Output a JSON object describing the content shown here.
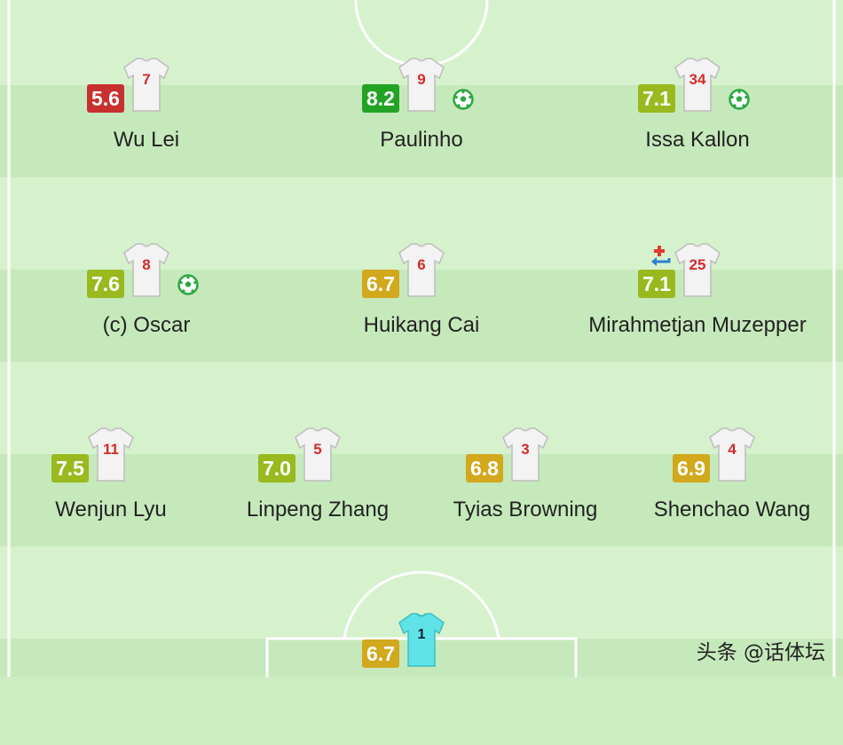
{
  "colors": {
    "rating_red": "#c8302f",
    "rating_green": "#23a324",
    "rating_lime": "#98ba1e",
    "rating_gold": "#d2a81c",
    "shirt_number": "#d42a2a",
    "goal_icon": "#2aa842"
  },
  "players": [
    {
      "number": "7",
      "rating": "5.6",
      "rating_color": "#c8302f",
      "name": "Wu Lei",
      "goal_icon": "none",
      "sub_icon": "none",
      "goalkeeper": "no"
    },
    {
      "number": "9",
      "rating": "8.2",
      "rating_color": "#23a324",
      "name": "Paulinho",
      "goal_icon": "soccer-ball",
      "sub_icon": "none",
      "goalkeeper": "no"
    },
    {
      "number": "34",
      "rating": "7.1",
      "rating_color": "#98ba1e",
      "name": "Issa Kallon",
      "goal_icon": "soccer-ball",
      "sub_icon": "none",
      "goalkeeper": "no"
    },
    {
      "number": "8",
      "rating": "7.6",
      "rating_color": "#98ba1e",
      "name": "(c) Oscar",
      "goal_icon": "soccer-ball",
      "sub_icon": "none",
      "goalkeeper": "no"
    },
    {
      "number": "6",
      "rating": "6.7",
      "rating_color": "#d2a81c",
      "name": "Huikang Cai",
      "goal_icon": "none",
      "sub_icon": "none",
      "goalkeeper": "no"
    },
    {
      "number": "25",
      "rating": "7.1",
      "rating_color": "#98ba1e",
      "name": "Mirahmetjan Muzepper",
      "goal_icon": "none",
      "sub_icon": "injury-substitution",
      "goalkeeper": "no"
    },
    {
      "number": "11",
      "rating": "7.5",
      "rating_color": "#98ba1e",
      "name": "Wenjun Lyu",
      "goal_icon": "none",
      "sub_icon": "none",
      "goalkeeper": "no"
    },
    {
      "number": "5",
      "rating": "7.0",
      "rating_color": "#98ba1e",
      "name": "Linpeng Zhang",
      "goal_icon": "none",
      "sub_icon": "none",
      "goalkeeper": "no"
    },
    {
      "number": "3",
      "rating": "6.8",
      "rating_color": "#d2a81c",
      "name": "Tyias Browning",
      "goal_icon": "none",
      "sub_icon": "none",
      "goalkeeper": "no"
    },
    {
      "number": "4",
      "rating": "6.9",
      "rating_color": "#d2a81c",
      "name": "Shenchao Wang",
      "goal_icon": "none",
      "sub_icon": "none",
      "goalkeeper": "no"
    },
    {
      "number": "1",
      "rating": "6.7",
      "rating_color": "#d2a81c",
      "name": "",
      "goal_icon": "none",
      "sub_icon": "none",
      "goalkeeper": "yes"
    }
  ],
  "watermark": "头条 @话体坛"
}
